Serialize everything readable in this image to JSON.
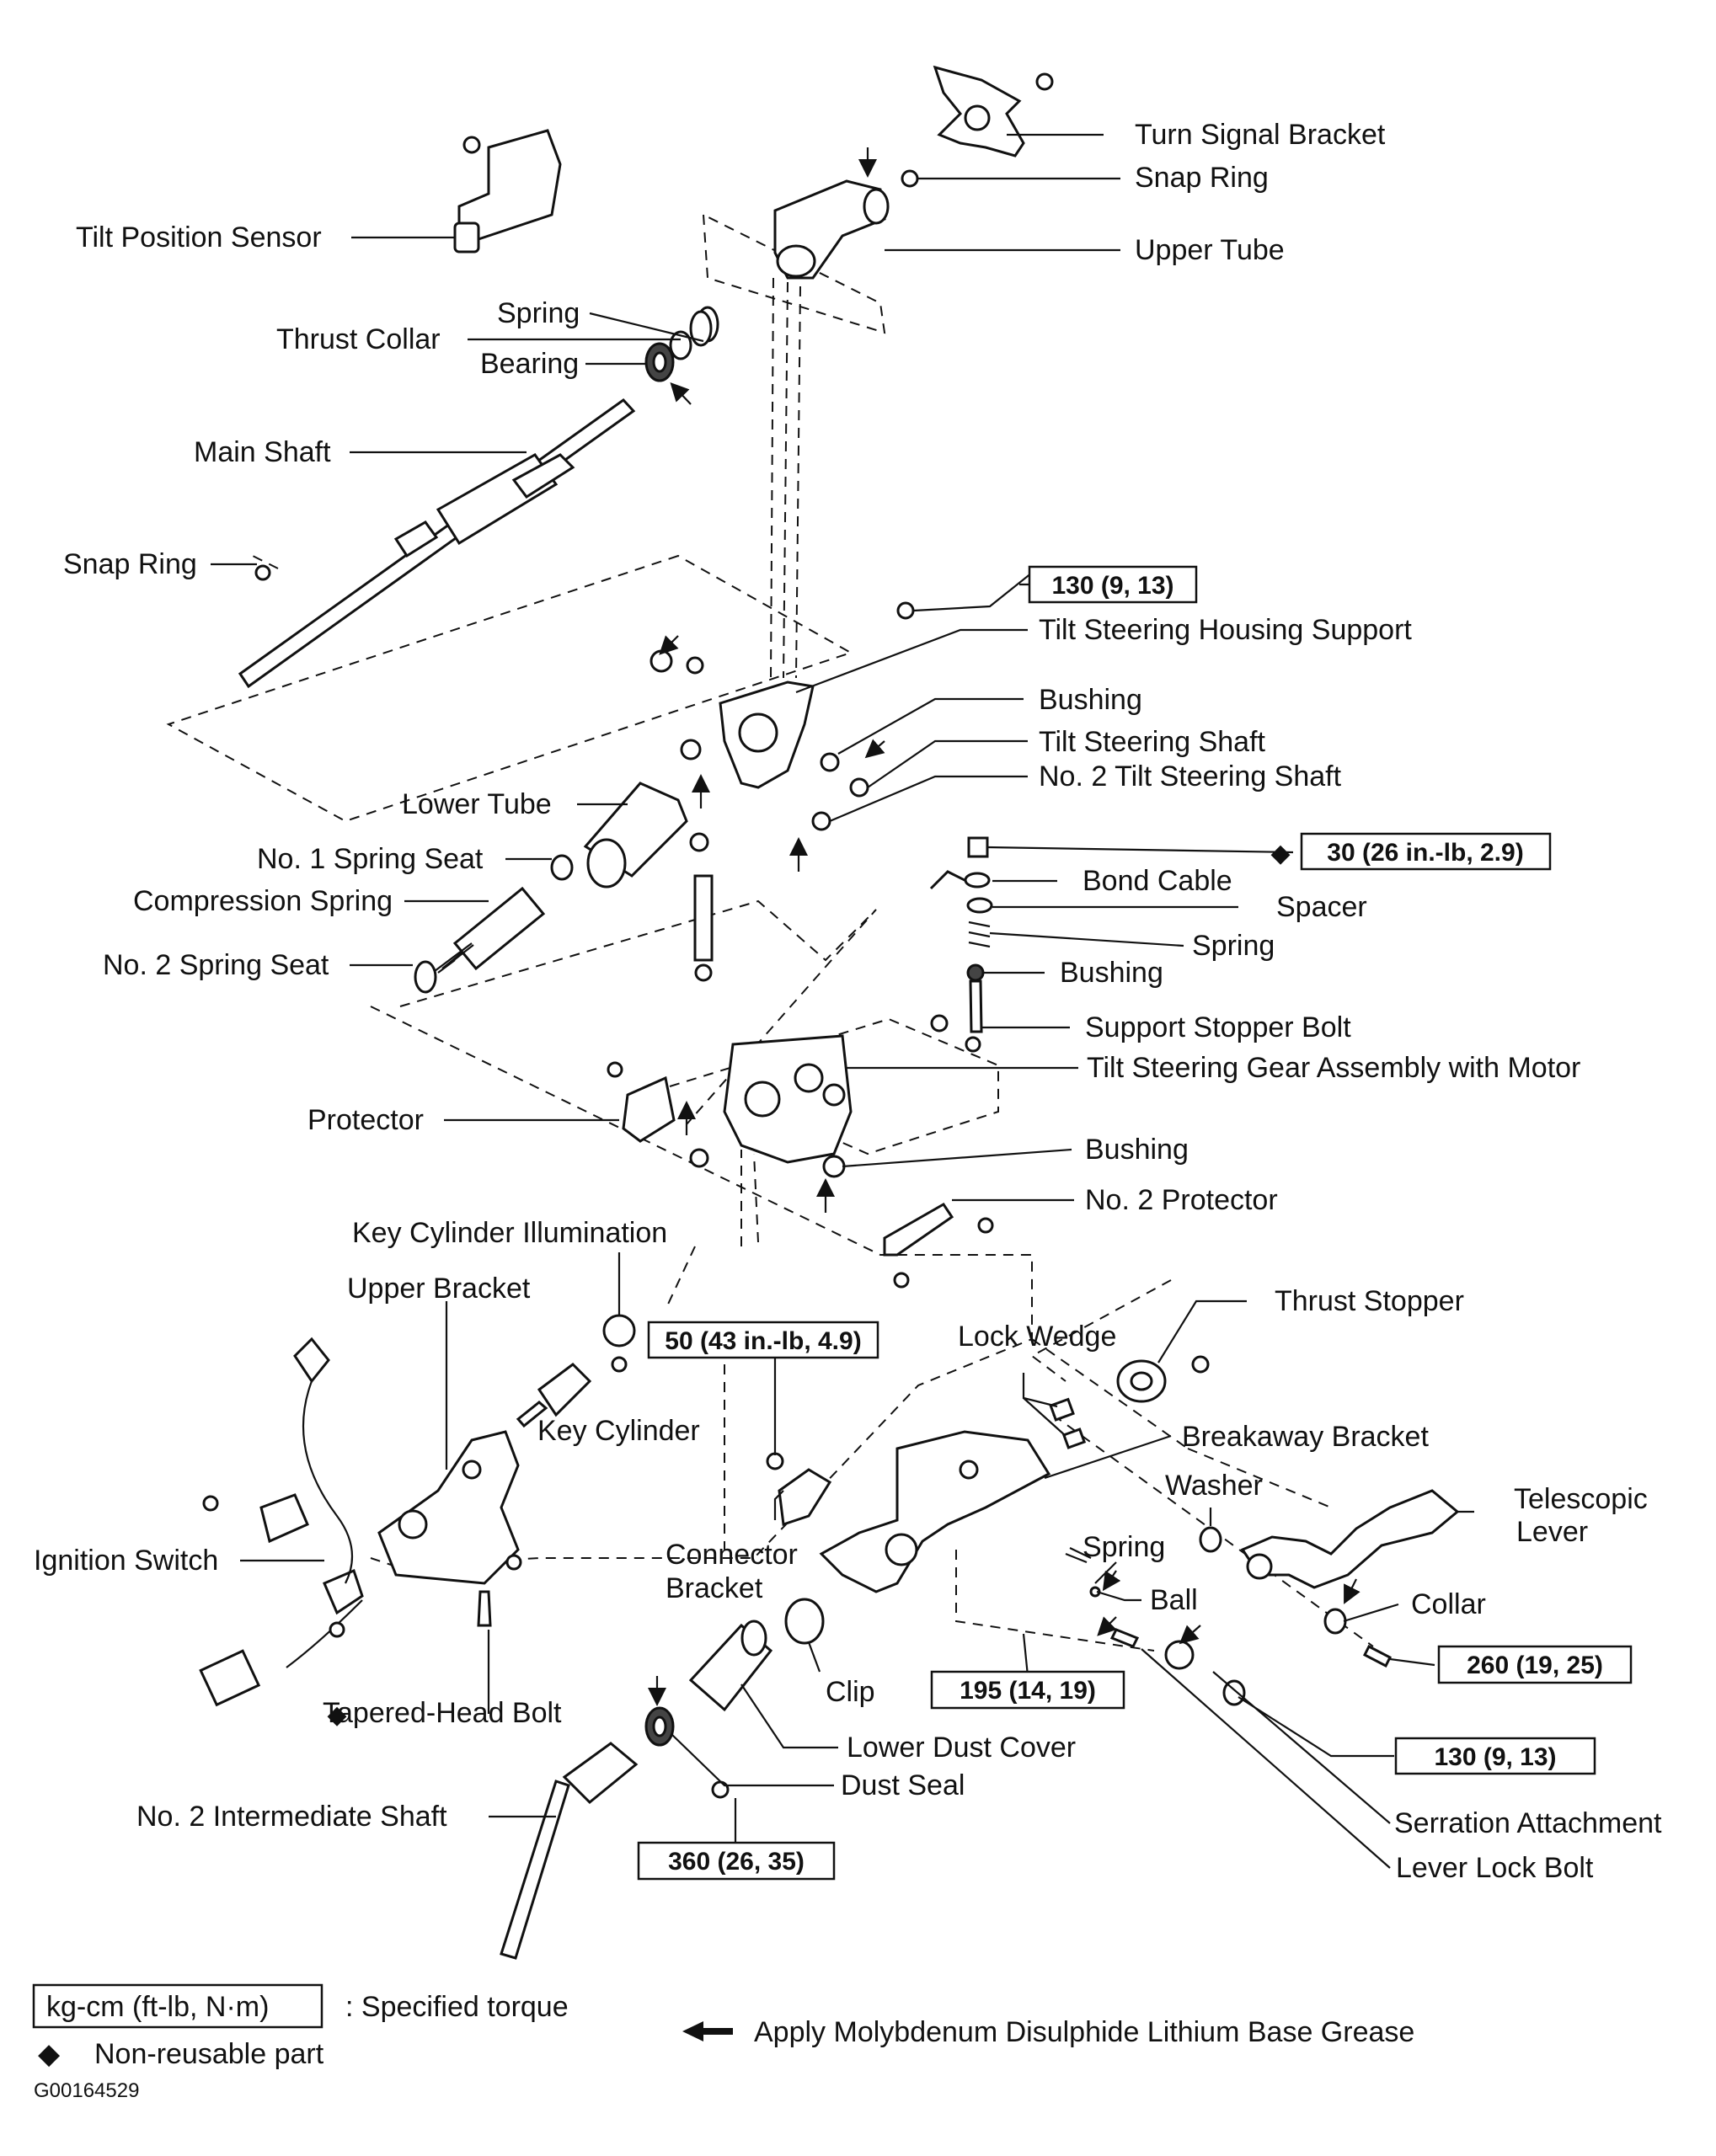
{
  "labels": {
    "turn_signal_bracket": "Turn Signal Bracket",
    "snap_ring_top": "Snap Ring",
    "upper_tube": "Upper Tube",
    "tilt_position_sensor": "Tilt Position Sensor",
    "spring_top": "Spring",
    "thrust_collar": "Thrust Collar",
    "bearing": "Bearing",
    "main_shaft": "Main Shaft",
    "snap_ring_left": "Snap Ring",
    "tilt_steering_housing_support": "Tilt Steering Housing Support",
    "bushing_1": "Bushing",
    "tilt_steering_shaft": "Tilt Steering Shaft",
    "no2_tilt_steering_shaft": "No. 2 Tilt Steering Shaft",
    "lower_tube": "Lower Tube",
    "no1_spring_seat": "No. 1 Spring Seat",
    "compression_spring": "Compression Spring",
    "no2_spring_seat": "No. 2 Spring Seat",
    "bond_cable": "Bond Cable",
    "spacer": "Spacer",
    "spring_right": "Spring",
    "bushing_2": "Bushing",
    "support_stopper_bolt": "Support Stopper Bolt",
    "tilt_gear_assembly": "Tilt Steering Gear Assembly with Motor",
    "protector": "Protector",
    "bushing_3": "Bushing",
    "no2_protector": "No. 2 Protector",
    "key_cylinder_illumination": "Key Cylinder Illumination",
    "upper_bracket": "Upper Bracket",
    "key_cylinder": "Key Cylinder",
    "thrust_stopper": "Thrust Stopper",
    "lock_wedge": "Lock Wedge",
    "breakaway_bracket": "Breakaway Bracket",
    "washer": "Washer",
    "telescopic_lever_1": "Telescopic",
    "telescopic_lever_2": "Lever",
    "ignition_switch": "Ignition Switch",
    "connector_bracket_1": "Connector",
    "connector_bracket_2": "Bracket",
    "spring_lower": "Spring",
    "ball": "Ball",
    "collar": "Collar",
    "clip": "Clip",
    "tapered_head_bolt": "Tapered-Head Bolt",
    "lower_dust_cover": "Lower Dust Cover",
    "dust_seal": "Dust Seal",
    "no2_intermediate_shaft": "No. 2 Intermediate Shaft",
    "serration_attachment": "Serration Attachment",
    "lever_lock_bolt": "Lever Lock Bolt"
  },
  "torques": {
    "t130_a": "130 (9, 13)",
    "t30": "30 (26 in.-lb, 2.9)",
    "t50": "50 (43 in.-lb, 4.9)",
    "t260": "260 (19, 25)",
    "t195": "195 (14, 19)",
    "t130_b": "130 (9, 13)",
    "t360": "360 (26, 35)"
  },
  "legend": {
    "torque_unit": "kg-cm (ft-lb, N·m)",
    "torque_desc": ":  Specified torque",
    "non_reusable": "Non-reusable part",
    "grease": "Apply Molybdenum Disulphide Lithium Base Grease"
  },
  "figure_id": "G00164529",
  "symbols": {
    "non_reusable": "◆"
  }
}
